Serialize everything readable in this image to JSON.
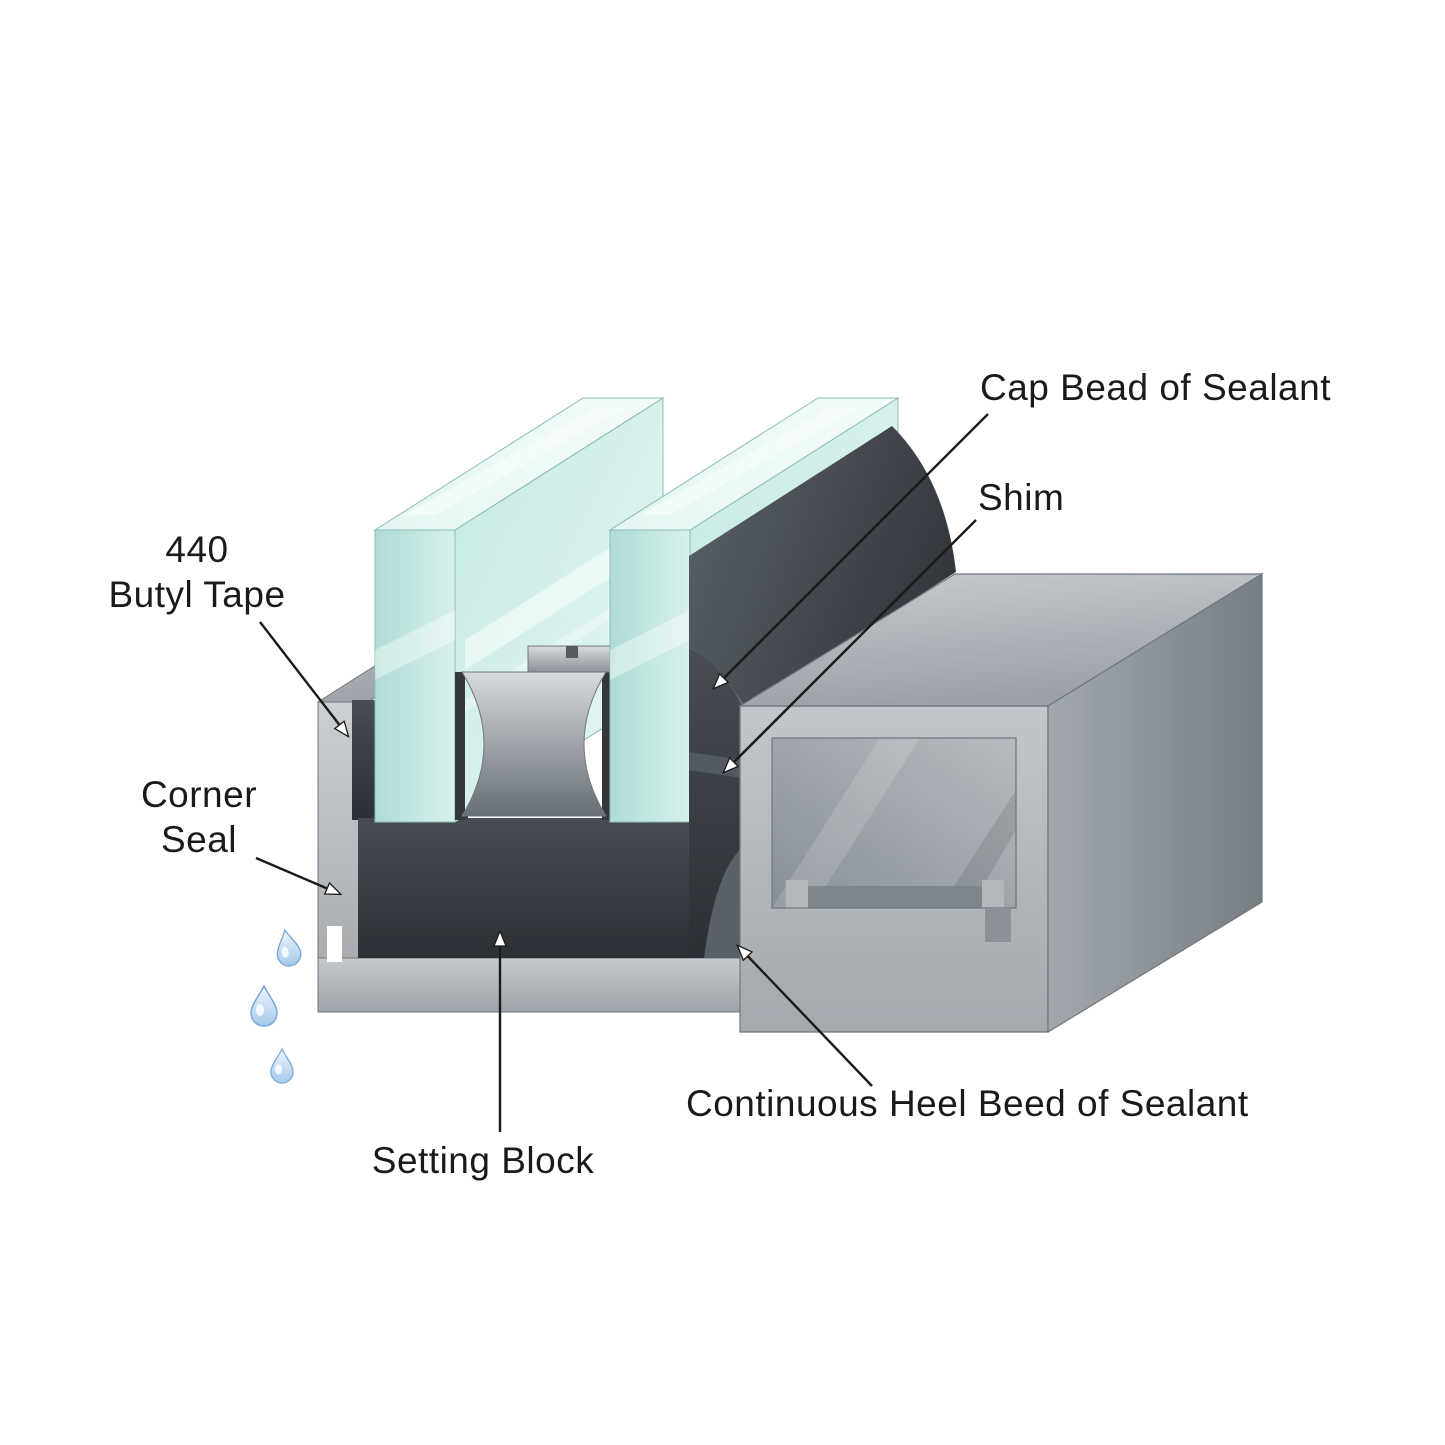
{
  "diagram": {
    "labels": {
      "cap_bead": "Cap Bead of Sealant",
      "shim": "Shim",
      "butyl_tape_line1": "440",
      "butyl_tape_line2": "Butyl Tape",
      "corner_seal_line1": "Corner",
      "corner_seal_line2": "Seal",
      "setting_block": "Setting Block",
      "heel_bead": "Continuous Heel Beed of Sealant"
    },
    "colors": {
      "background": "#ffffff",
      "glass": "#cdebe6",
      "glass_edge": "#8fbcb4",
      "metal_light": "#c6cacd",
      "metal_mid": "#9aa1a7",
      "metal_dark": "#757c83",
      "sealant_dark": "#33383d",
      "water_drop": "#a6c9ea",
      "label_text": "#1a1a1a"
    }
  }
}
